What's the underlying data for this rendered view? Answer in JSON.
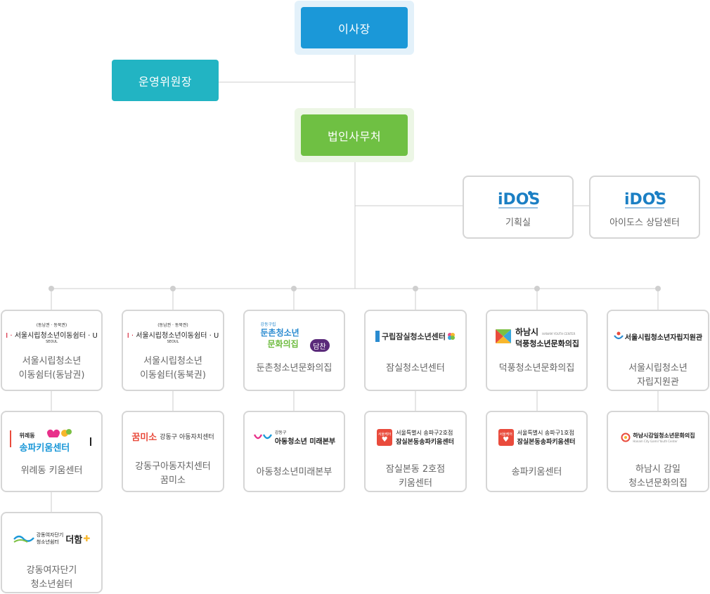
{
  "top": {
    "chairman": "이사장",
    "committee_chair": "운영위원장",
    "secretariat": "법인사무처"
  },
  "side": {
    "planning": {
      "logo": "iDOS",
      "label": "기획실"
    },
    "counseling": {
      "logo": "iDOS",
      "label": "아이도스 상담센터"
    }
  },
  "logos": {
    "seoul_shelter": {
      "small": "(동남권 · 동북권)",
      "main": "서울시립청소년이동쉼터",
      "seoul": "SEOUL"
    },
    "dunchon": {
      "gu": "강동구립",
      "l1": "둔촌청소년",
      "l2": "문화의집",
      "badge": "담찬"
    },
    "jamsil": "구립잠실청소년센터",
    "deokpung": {
      "city": "하남시",
      "en": "HANAM YOUTH CENTER",
      "name": "덕풍청소년문화의집"
    },
    "jarip": "서울시립청소년자립지원관",
    "widong": {
      "top": "위례동",
      "main": "송파키움센터"
    },
    "kkum": {
      "mark": "꿈미소",
      "text": "강동구 아동자치센터"
    },
    "mirae": {
      "gu": "강동구",
      "text": "아동청소년 미래본부"
    },
    "jamsil2": {
      "tag": "서울케어",
      "l1": "서울특별시 송파구2호점",
      "l2": "잠실본동송파키움센터"
    },
    "songpa": {
      "tag": "서울케어",
      "l1": "서울특별시 송파구1호점",
      "l2": "잠실본동송파키움센터"
    },
    "gamil": {
      "text": "하남시감일청소년문화의집",
      "en": "Hanam City Gamil Youth Center"
    },
    "deoham": {
      "l1": "강동여자단기",
      "l2": "청소년쉼터",
      "big": "더함"
    }
  },
  "centers": {
    "c1": [
      "서울시립청소년",
      "이동쉼터(동남권)"
    ],
    "c2": [
      "서울시립청소년",
      "이동쉼터(동북권)"
    ],
    "c3": [
      "둔촌청소년문화의집"
    ],
    "c4": [
      "잠실청소년센터"
    ],
    "c5": [
      "덕풍청소년문화의집"
    ],
    "c6": [
      "서울시립청소년",
      "자립지원관"
    ],
    "c7": [
      "위례동 키움센터"
    ],
    "c8": [
      "강동구아동자치센터",
      "꿈미소"
    ],
    "c9": [
      "아동청소년미래본부"
    ],
    "c10": [
      "잠실본동 2호점",
      "키움센터"
    ],
    "c11": [
      "송파키움센터"
    ],
    "c12": [
      "하남시 감일",
      "청소년문화의집"
    ],
    "c13": [
      "강동여자단기",
      "청소년쉼터"
    ]
  },
  "colors": {
    "chairman": "#1b98d8",
    "committee": "#22b4c3",
    "secretariat": "#6fc043",
    "line": "#cccccc",
    "card_border": "#d6d6d6"
  }
}
